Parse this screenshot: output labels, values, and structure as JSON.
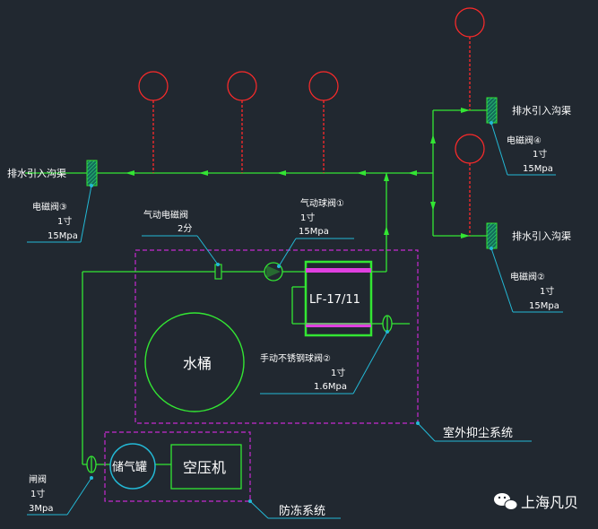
{
  "colors": {
    "background": "#212830",
    "pipe": "#33e633",
    "leader": "#23b9d6",
    "dashed_box": "#c62ad0",
    "nozzle": "#ff2a2a",
    "filter_band": "#e040e0"
  },
  "labels": {
    "drain_right_top": "排水引入沟渠",
    "drain_right_bottom": "排水引入沟渠",
    "drain_left": "排水引入沟渠",
    "valve4": {
      "name": "电磁阀④",
      "size": "1寸",
      "pressure": "15Mpa"
    },
    "valve3": {
      "name": "电磁阀③",
      "size": "1寸",
      "pressure": "15Mpa"
    },
    "valve2": {
      "name": "电磁阀②",
      "size": "1寸",
      "pressure": "15Mpa"
    },
    "pneumatic_solenoid": {
      "name": "气动电磁阀",
      "size": "2分"
    },
    "pneumatic_ball": {
      "name": "气动球阀①",
      "size": "1寸",
      "pressure": "15Mpa"
    },
    "filter": "LF-17/11",
    "water_tank": "水桶",
    "manual_ball": {
      "name": "手动不锈钢球阀②",
      "size": "1寸",
      "pressure": "1.6Mpa"
    },
    "outdoor_system": "室外抑尘系统",
    "gate_valve": {
      "name": "闸阀",
      "size": "1寸",
      "pressure": "3Mpa"
    },
    "air_tank": "储气罐",
    "compressor": "空压机",
    "antifreeze_system": "防冻系统",
    "watermark": "上海凡贝",
    "watermark_icon": "wechat-icon"
  }
}
